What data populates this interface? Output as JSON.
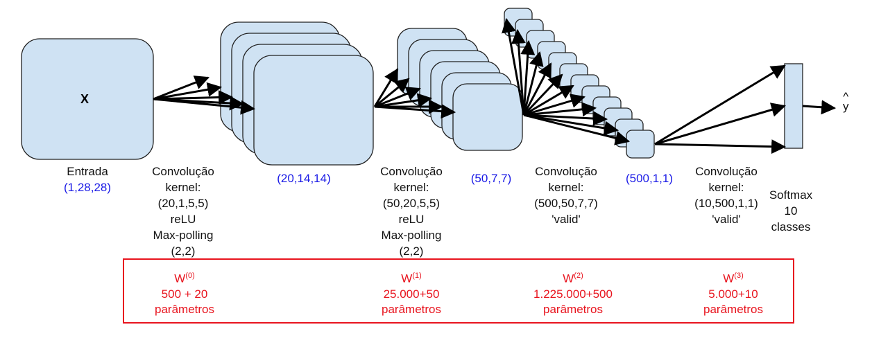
{
  "input": {
    "symbol": "X",
    "name": "Entrada",
    "shape": "(1,28,28)"
  },
  "layers": [
    {
      "id": "conv1",
      "lines": [
        "Convolução",
        "kernel:",
        "(20,1,5,5)",
        "reLU",
        "Max-polling",
        "(2,2)"
      ]
    },
    {
      "id": "conv2",
      "lines": [
        "Convolução",
        "kernel:",
        "(50,20,5,5)",
        "reLU",
        "Max-polling",
        "(2,2)"
      ]
    },
    {
      "id": "conv3",
      "lines": [
        "Convolução",
        "kernel:",
        "(500,50,7,7)",
        "'valid'"
      ]
    },
    {
      "id": "conv4",
      "lines": [
        "Convolução",
        "kernel:",
        "(10,500,1,1)",
        "'valid'"
      ]
    }
  ],
  "shapes": [
    "(20,14,14)",
    "(50,7,7)",
    "(500,1,1)"
  ],
  "softmax": [
    "Softmax",
    "10",
    "classes"
  ],
  "output": {
    "hat": "^",
    "symbol": "y"
  },
  "params": [
    {
      "w": "W",
      "sup": "(0)",
      "value": "500 + 20",
      "unit": "parâmetros"
    },
    {
      "w": "W",
      "sup": "(1)",
      "value": "25.000+50",
      "unit": "parâmetros"
    },
    {
      "w": "W",
      "sup": "(2)",
      "value": "1.225.000+500",
      "unit": "parâmetros"
    },
    {
      "w": "W",
      "sup": "(3)",
      "value": "5.000+10",
      "unit": "parâmetros"
    }
  ],
  "colors": {
    "block_fill": "#cfe2f3",
    "block_stroke": "#222222",
    "dim_text": "#1a1ae6",
    "param_text": "#e8141e"
  }
}
